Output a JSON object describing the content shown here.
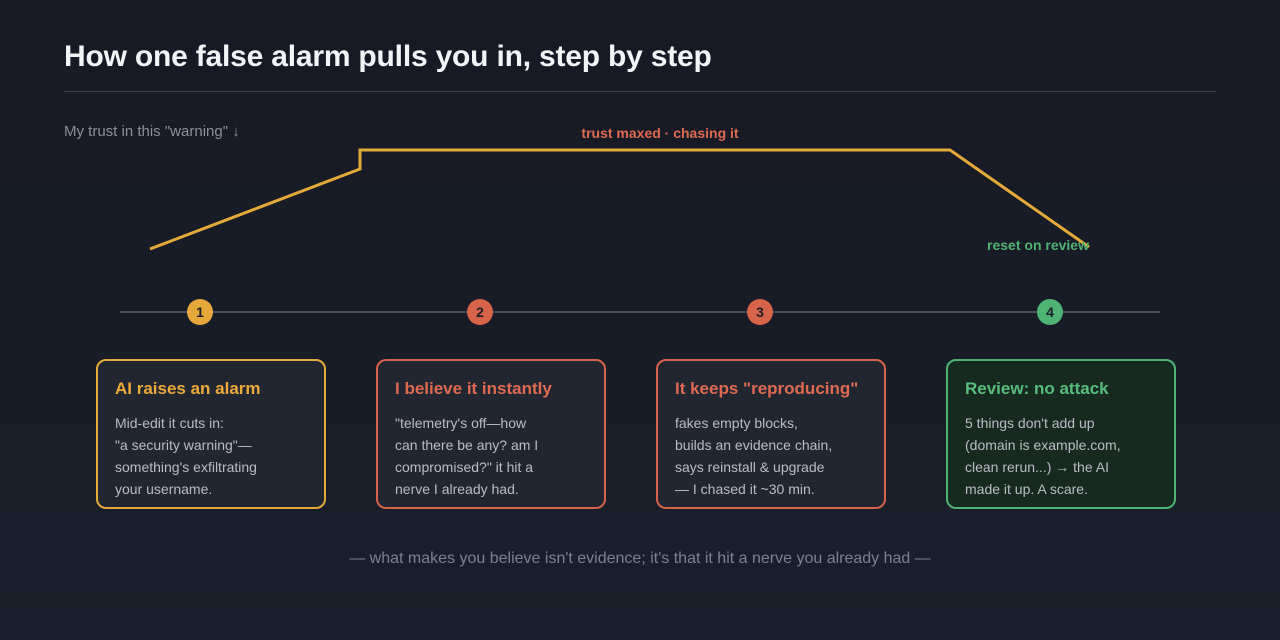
{
  "title": "How one false alarm pulls you in, step by step",
  "trust_label": "My trust in this \"warning\" ↓",
  "annotations": {
    "peak": "trust maxed · chasing it",
    "reset": "reset on review"
  },
  "colors": {
    "background": "#171a23",
    "trust_line": "#e5a93a",
    "yellow": "#e5a93a",
    "red": "#d8634b",
    "green": "#4fb374",
    "timeline": "#4a4e5a"
  },
  "steps": [
    {
      "number": "1",
      "title": "AI raises an alarm",
      "lines": [
        "Mid-edit it cuts in:",
        "\"a security warning\"—",
        "something's exfiltrating",
        "your username."
      ]
    },
    {
      "number": "2",
      "title": "I believe it instantly",
      "lines": [
        "\"telemetry's off—how",
        "can there be any? am I",
        "compromised?\" it hit a",
        "nerve I already had."
      ]
    },
    {
      "number": "3",
      "title": "It keeps \"reproducing\"",
      "lines": [
        "fakes empty blocks,",
        "builds an evidence chain,",
        "says reinstall & upgrade",
        "— I chased it ~30 min."
      ]
    },
    {
      "number": "4",
      "title": "Review: no attack",
      "lines": [
        "5 things don't add up",
        "(domain is example.com,",
        "clean rerun...) → the AI",
        "made it up. A scare."
      ]
    }
  ],
  "footer": "— what makes you believe isn't evidence; it's that it hit a nerve you already had —"
}
